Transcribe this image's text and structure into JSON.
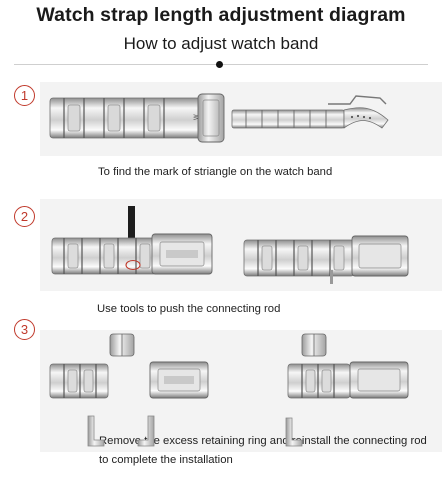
{
  "header": {
    "title": "Watch strap length adjustment diagram",
    "subtitle": "How to adjust watch band"
  },
  "steps": [
    {
      "number": "1",
      "caption": "To find the mark of striangle on the watch band"
    },
    {
      "number": "2",
      "caption": "Use tools to push the connecting rod"
    },
    {
      "number": "3",
      "caption": "Remove the excess retaining ring and reinstall the connecting rod to complete the installation"
    }
  ],
  "colors": {
    "accent_red": "#c0392b",
    "metal_light": "#eeeeee",
    "metal_dark": "#8a8a8a",
    "panel_bg": "#f3f3f3"
  }
}
